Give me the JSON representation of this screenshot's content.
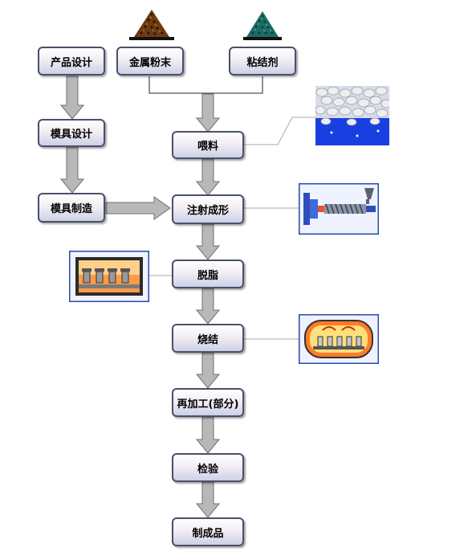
{
  "diagram": {
    "steps": {
      "product_design": "产品设计",
      "metal_powder": "金属粉末",
      "binder": "粘结剂",
      "mold_design": "模具设计",
      "feedstock": "喂料",
      "mold_making": "模具制造",
      "injection_molding": "注射成形",
      "debinding": "脱脂",
      "sintering": "烧结",
      "reprocessing": "再加工(部分)",
      "inspection": "检验",
      "finished_product": "制成品"
    },
    "illustrations": [
      "metal-powder-pile-icon",
      "binder-pile-icon",
      "feedstock-pellets-photo",
      "injection-machine-diagram",
      "debinding-furnace-diagram",
      "sintering-furnace-diagram"
    ],
    "colors": {
      "box_border": "#4a4f6a",
      "box_bottom": "#cdd0e6",
      "arrow_fill": "#b8b8b8",
      "arrow_stroke": "#6f6f6f",
      "pellet_bg": "#1a3fe0",
      "picture_frame": "#2a4aa8"
    }
  }
}
